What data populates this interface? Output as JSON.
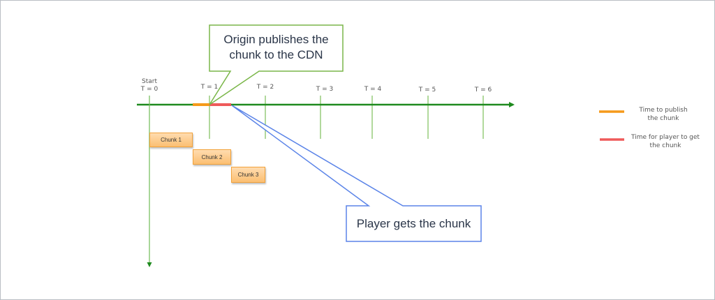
{
  "timeline": {
    "start_label": "Start",
    "ticks": [
      {
        "label": "T = 0"
      },
      {
        "label": "T = 1"
      },
      {
        "label": "T = 2"
      },
      {
        "label": "T = 3"
      },
      {
        "label": "T = 4"
      },
      {
        "label": "T = 5"
      },
      {
        "label": "T = 6"
      }
    ],
    "axis_color": "#1e8a1e",
    "tick_color": "#7dbf5a"
  },
  "chunks": [
    {
      "label": "Chunk 1"
    },
    {
      "label": "Chunk 2"
    },
    {
      "label": "Chunk 3"
    }
  ],
  "segments": {
    "publish_color": "#f59a1b",
    "fetch_color": "#ef5a5a"
  },
  "callouts": {
    "origin": {
      "text_line1": "Origin publishes the",
      "text_line2": "chunk to the CDN",
      "border_color": "#7ab648"
    },
    "player": {
      "text": "Player gets the chunk",
      "border_color": "#5b84e8"
    }
  },
  "legend": [
    {
      "line1": "Time to publish",
      "line2": "the chunk",
      "color": "#f59a1b"
    },
    {
      "line1": "Time for player to get",
      "line2": "the chunk",
      "color": "#ef5a5a"
    }
  ]
}
